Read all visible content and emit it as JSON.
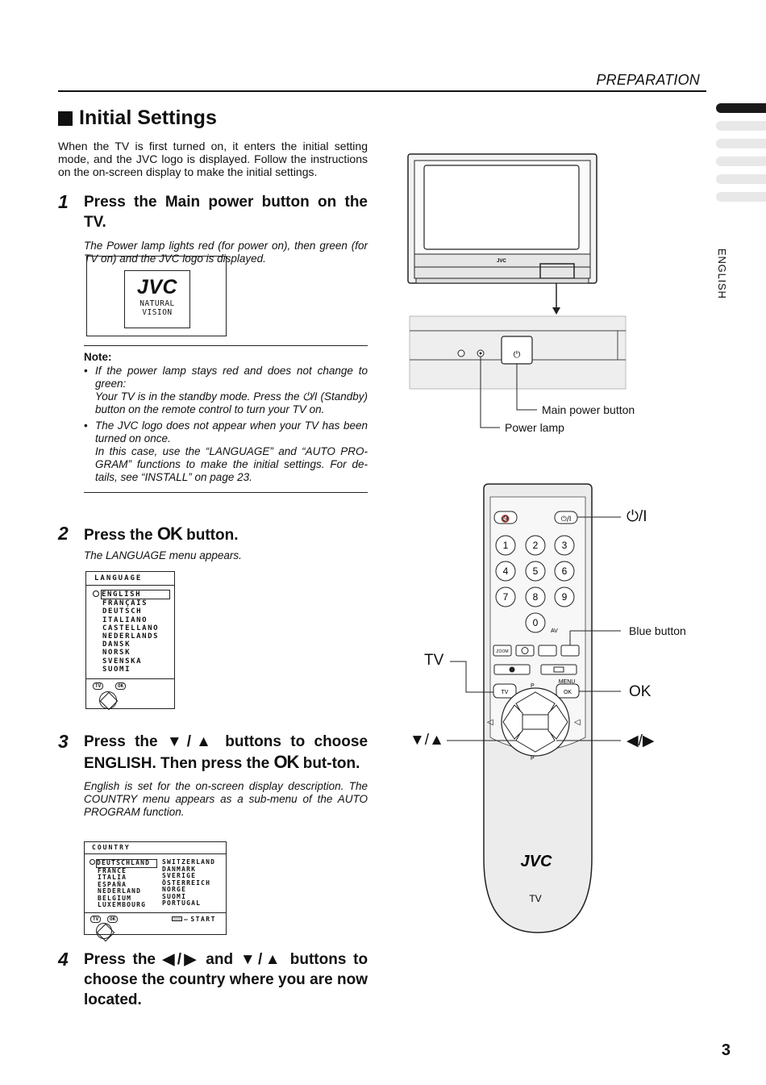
{
  "header": {
    "section": "PREPARATION",
    "language_tab": "ENGLISH"
  },
  "title": "Initial Settings",
  "intro": "When the TV is first turned on, it enters the initial setting mode, and the JVC logo is displayed. Follow the instructions on the on-screen display to make the initial settings.",
  "steps": [
    {
      "num": "1",
      "text": "Press the Main power button on the TV.",
      "sub": "The Power lamp lights red (for power on), then green (for TV on) and the JVC logo is displayed."
    },
    {
      "num": "2",
      "text_before": "Press the",
      "ok": "OK",
      "text_after": "button.",
      "sub": "The LANGUAGE menu appears."
    },
    {
      "num": "3",
      "text_a": "Press the",
      "glyph_updown": "▼/▲",
      "text_b": "buttons to choose ENGLISH. Then press the",
      "ok": "OK",
      "text_c": "but-ton.",
      "sub": "English is set for the on-screen display description. The COUNTRY menu appears as a sub-menu of the AUTO PROGRAM function."
    },
    {
      "num": "4",
      "text_a": "Press the",
      "glyph_lr": "◀/▶",
      "text_b": "and",
      "glyph_updown": "▼/▲",
      "text_c": "buttons to choose the country where you are now located."
    }
  ],
  "logo_screen": {
    "brand": "JVC",
    "tagline": "NATURAL VISION"
  },
  "note": {
    "title": "Note:",
    "items": [
      {
        "a": "If the power lamp stays red and does not change to green:",
        "b": "Your TV is in the standby mode. Press the ⏻/I (Standby) button on the remote control to turn your TV on."
      },
      {
        "a": "The JVC logo does not appear when your TV has been turned on once.",
        "b": "In this case, use the “LANGUAGE” and “AUTO PRO-GRAM” functions to make the initial settings. For de-tails, see “INSTALL” on page 23."
      }
    ]
  },
  "language_menu": {
    "title": "LANGUAGE",
    "selected": "ENGLISH",
    "options": [
      "FRANÇAIS",
      "DEUTSCH",
      "ITALIANO",
      "CASTELLANO",
      "NEDERLANDS",
      "DANSK",
      "NORSK",
      "SVENSKA",
      "SUOMI"
    ],
    "foot_tv": "TV",
    "foot_ok": "OK"
  },
  "country_menu": {
    "title": "COUNTRY",
    "selected": "DEUTSCHLAND",
    "col1": [
      "FRANCE",
      "ITALIA",
      "ESPAÑA",
      "NEDERLAND",
      "BELGIUM",
      "LUXEMBOURG"
    ],
    "col2": [
      "SWITZERLAND",
      "DANMARK",
      "SVERIGE",
      "ÖSTERREICH",
      "NORGE",
      "SUOMI",
      "PORTUGAL"
    ],
    "foot_tv": "TV",
    "foot_ok": "OK",
    "start": "START"
  },
  "tv_diagram": {
    "brand": "JVC",
    "main_power_label": "Main power button",
    "power_lamp_label": "Power lamp"
  },
  "remote": {
    "brand": "JVC",
    "model": "TV",
    "keys": [
      "1",
      "2",
      "3",
      "4",
      "5",
      "6",
      "7",
      "8",
      "9",
      "0"
    ],
    "av": "AV",
    "zoom": "ZOOM",
    "menu": "MENU",
    "tv_key": "TV",
    "ok_key": "OK",
    "p": "P",
    "labels": {
      "standby": "⏻/I",
      "blue": "Blue button",
      "tv": "TV",
      "ok": "OK",
      "updown": "▼/▲",
      "leftright": "◀/▶"
    }
  },
  "page_number": "3"
}
